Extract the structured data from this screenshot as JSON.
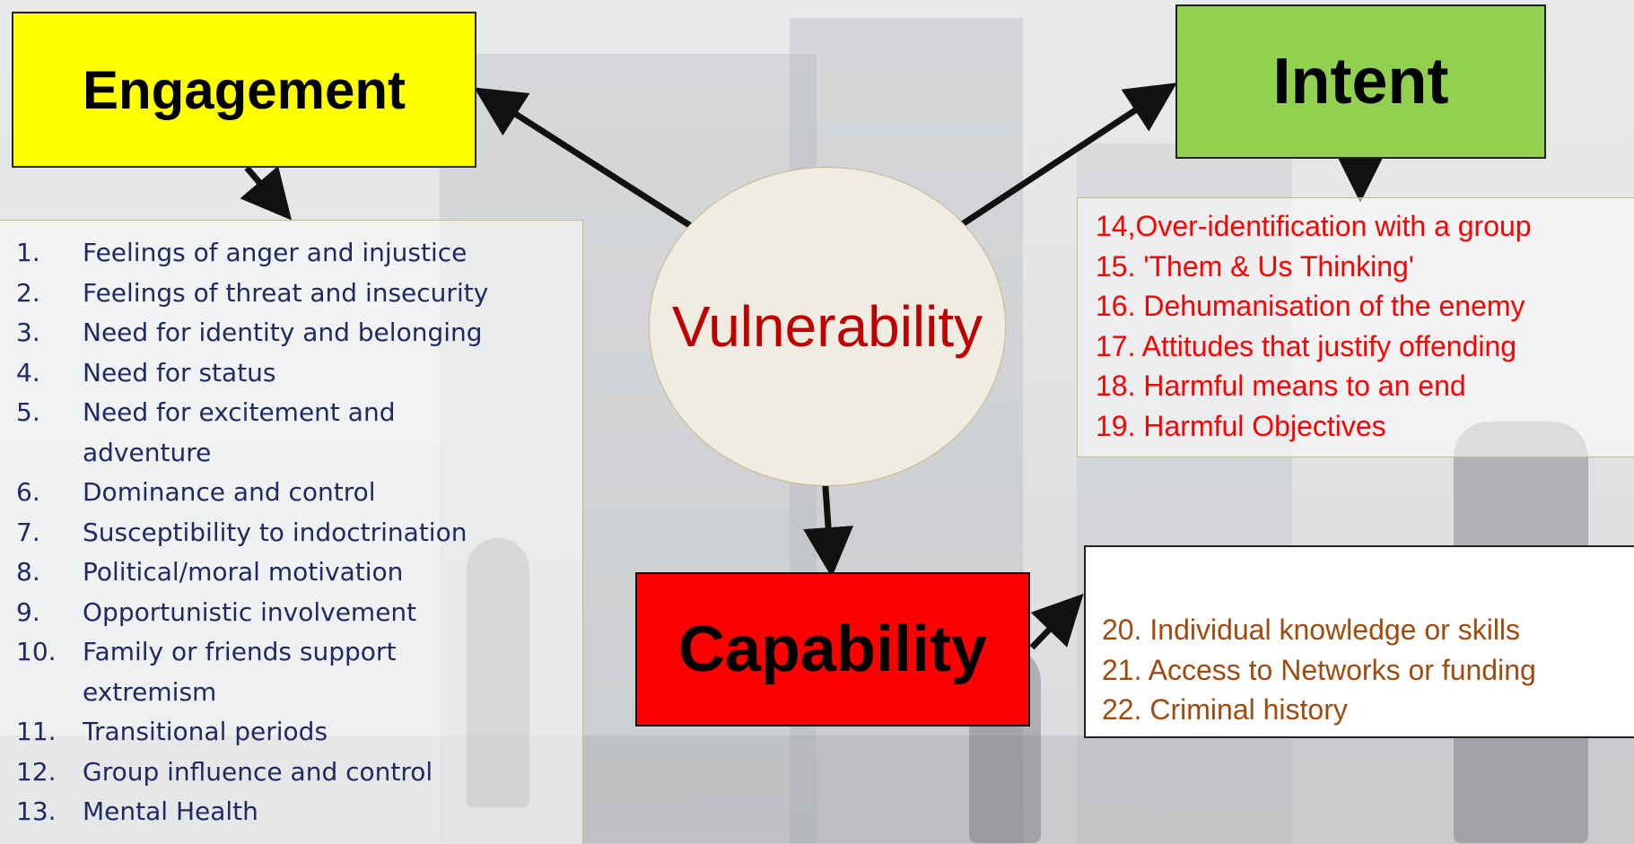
{
  "center": {
    "label": "Vulnerability"
  },
  "engagement": {
    "title": "Engagement",
    "items": [
      {
        "num": "1.",
        "text": "Feelings of anger and injustice"
      },
      {
        "num": "2.",
        "text": "Feelings of threat and insecurity"
      },
      {
        "num": "3.",
        "text": "Need for identity and belonging"
      },
      {
        "num": "4.",
        "text": "Need for status"
      },
      {
        "num": "5.",
        "text": "Need for excitement and adventure"
      },
      {
        "num": "6.",
        "text": "Dominance and control"
      },
      {
        "num": "7.",
        "text": "Susceptibility to indoctrination"
      },
      {
        "num": "8.",
        "text": "Political/moral motivation"
      },
      {
        "num": "9.",
        "text": "Opportunistic involvement"
      },
      {
        "num": "10.",
        "text": "Family or friends support extremism"
      },
      {
        "num": "11.",
        "text": "Transitional periods"
      },
      {
        "num": "12.",
        "text": "Group influence and control"
      },
      {
        "num": "13.",
        "text": "Mental Health"
      }
    ]
  },
  "intent": {
    "title": "Intent",
    "items": [
      "14,Over-identification with a group",
      "15. 'Them & Us Thinking'",
      "16. Dehumanisation of the enemy",
      "17. Attitudes that justify offending",
      "18. Harmful means to an end",
      "19. Harmful Objectives"
    ]
  },
  "capability": {
    "title": "Capability",
    "items": [
      "20. Individual knowledge or skills",
      "21. Access to Networks or funding",
      "22. Criminal history"
    ]
  },
  "colors": {
    "engagement_fill": "#ffff00",
    "intent_fill": "#92d050",
    "capability_fill": "#ff0000",
    "engagement_text": "#1f2a63",
    "intent_text": "#ff0000",
    "capability_text": "#a14a0e",
    "vulnerability_text": "#c00000"
  }
}
